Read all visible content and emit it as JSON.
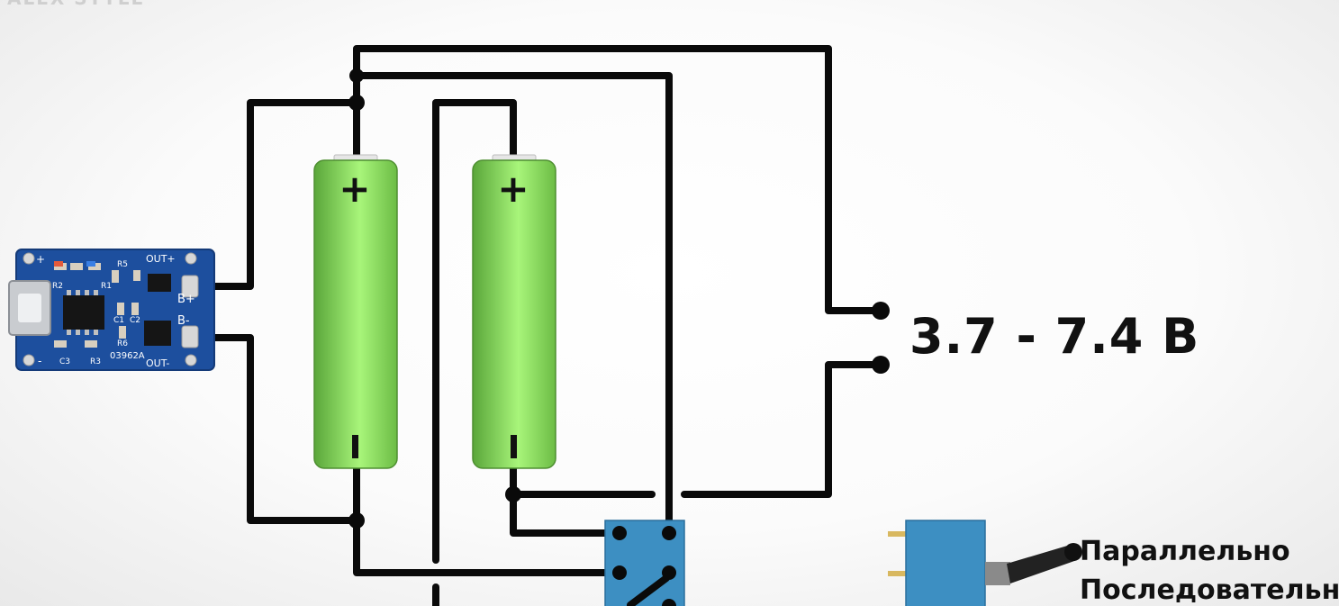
{
  "watermark": "ALEX STYLE",
  "voltage_label": "3.7 - 7.4 В",
  "switch_modes": [
    "Параллельно",
    "Последовательн"
  ],
  "battery_left": {
    "plus": "+",
    "minus": "-"
  },
  "battery_right": {
    "plus": "+",
    "minus": "-"
  },
  "module": {
    "pads": {
      "out_plus": "OUT+",
      "b_plus": "B+",
      "b_minus": "B-",
      "out_minus": "OUT-",
      "in_plus": "+",
      "in_minus": "-"
    },
    "components": {
      "r2": "R2",
      "r1": "R1",
      "r5": "R5",
      "c1": "C1",
      "c2": "C2",
      "r6": "R6",
      "c3": "C3",
      "r3": "R3",
      "code": "03962A"
    }
  },
  "colors": {
    "wire": "#0a0a0a",
    "battery_green": "#8fe060",
    "pcb_blue": "#1d4f9e",
    "switch_blue": "#3d8fc2"
  }
}
